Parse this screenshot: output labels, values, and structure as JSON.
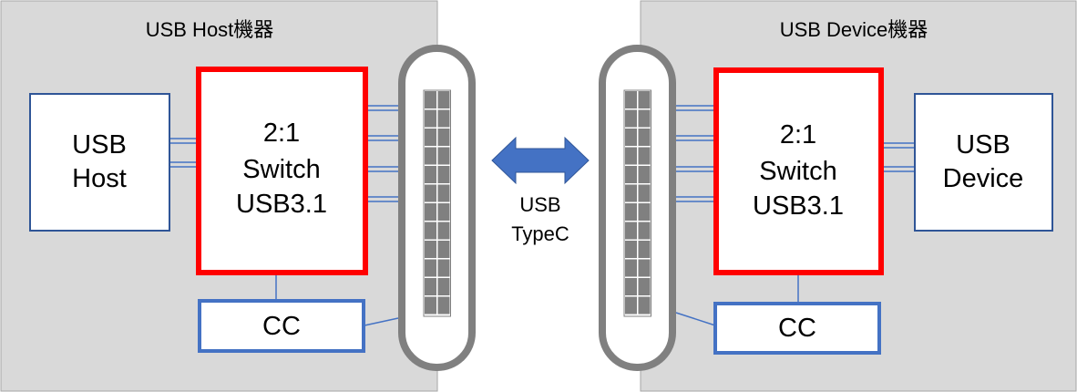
{
  "host_panel": {
    "title": "USB Host機器",
    "block_lines": [
      "USB",
      "Host"
    ],
    "switch_lines": [
      "2:1",
      "Switch",
      "USB3.1"
    ],
    "cc_label": "CC"
  },
  "device_panel": {
    "title": "USB Device機器",
    "block_lines": [
      "USB",
      "Device"
    ],
    "switch_lines": [
      "2:1",
      "Switch",
      "USB3.1"
    ],
    "cc_label": "CC"
  },
  "connector": {
    "label_lines": [
      "USB",
      "TypeC"
    ]
  },
  "colors": {
    "panel_fill": "#d9d9d9",
    "block_border": "#2f5597",
    "switch_border": "#ff0000",
    "cc_border": "#4472c4",
    "connector_gray": "#808080",
    "arrow": "#4472c4"
  }
}
